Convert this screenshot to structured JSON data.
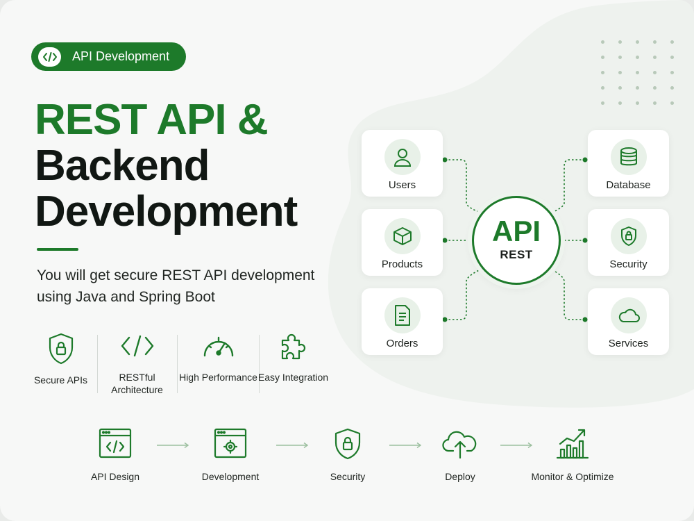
{
  "badge": {
    "label": "API Development",
    "icon": "code-icon"
  },
  "hero": {
    "title_line1": "REST API &",
    "title_line2": "Backend",
    "title_line3": "Development",
    "subtitle": "You will get secure REST API development using Java and Spring Boot"
  },
  "features": [
    {
      "label": "Secure APIs",
      "icon": "shield-lock-icon"
    },
    {
      "label": "RESTful Architecture",
      "icon": "code-brackets-icon"
    },
    {
      "label": "High Performance",
      "icon": "speedometer-icon"
    },
    {
      "label": "Easy Integration",
      "icon": "puzzle-icon"
    }
  ],
  "diagram": {
    "hub_title": "API",
    "hub_subtitle": "REST",
    "left_nodes": [
      {
        "label": "Users",
        "icon": "user-icon"
      },
      {
        "label": "Products",
        "icon": "box-icon"
      },
      {
        "label": "Orders",
        "icon": "document-icon"
      }
    ],
    "right_nodes": [
      {
        "label": "Database",
        "icon": "database-icon"
      },
      {
        "label": "Security",
        "icon": "shield-lock-icon"
      },
      {
        "label": "Services",
        "icon": "cloud-icon"
      }
    ]
  },
  "workflow": [
    {
      "label": "API Design",
      "icon": "browser-code-icon"
    },
    {
      "label": "Development",
      "icon": "browser-gear-icon"
    },
    {
      "label": "Security",
      "icon": "shield-lock-icon"
    },
    {
      "label": "Deploy",
      "icon": "cloud-upload-icon"
    },
    {
      "label": "Monitor & Optimize",
      "icon": "bar-chart-trend-icon"
    }
  ],
  "colors": {
    "brand_green": "#1d7a2a",
    "dark_text": "#111713",
    "light_green": "#e8f1e8",
    "background": "#f7f8f7"
  }
}
